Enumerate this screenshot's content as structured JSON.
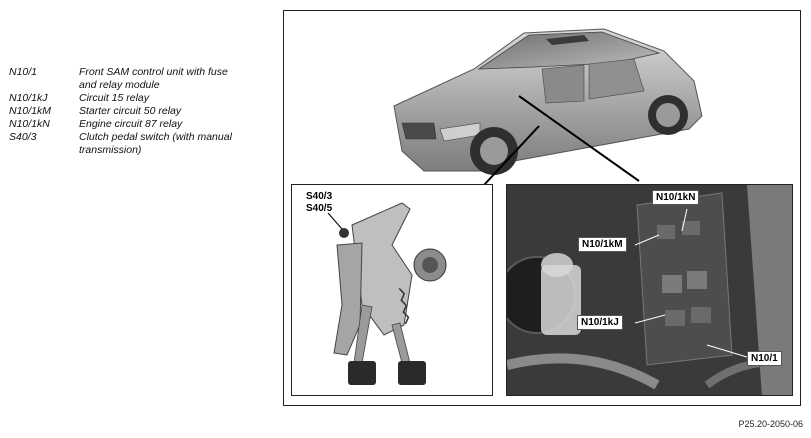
{
  "legend": [
    {
      "code": "N10/1",
      "desc": "Front SAM control unit with fuse and relay module"
    },
    {
      "code": "N10/1kJ",
      "desc": "Circuit 15 relay"
    },
    {
      "code": "N10/1kM",
      "desc": "Starter circuit 50 relay"
    },
    {
      "code": "N10/1kN",
      "desc": "Engine circuit 87 relay"
    },
    {
      "code": "S40/3",
      "desc": "Clutch pedal switch (with manual transmission)"
    }
  ],
  "callouts": {
    "pedal_switch_1": "S40/3",
    "pedal_switch_2": "S40/5",
    "relay_kn": "N10/1kN",
    "relay_km": "N10/1kM",
    "relay_kj": "N10/1kJ",
    "sam_unit": "N10/1"
  },
  "figure_ref": "P25.20-2050-06"
}
